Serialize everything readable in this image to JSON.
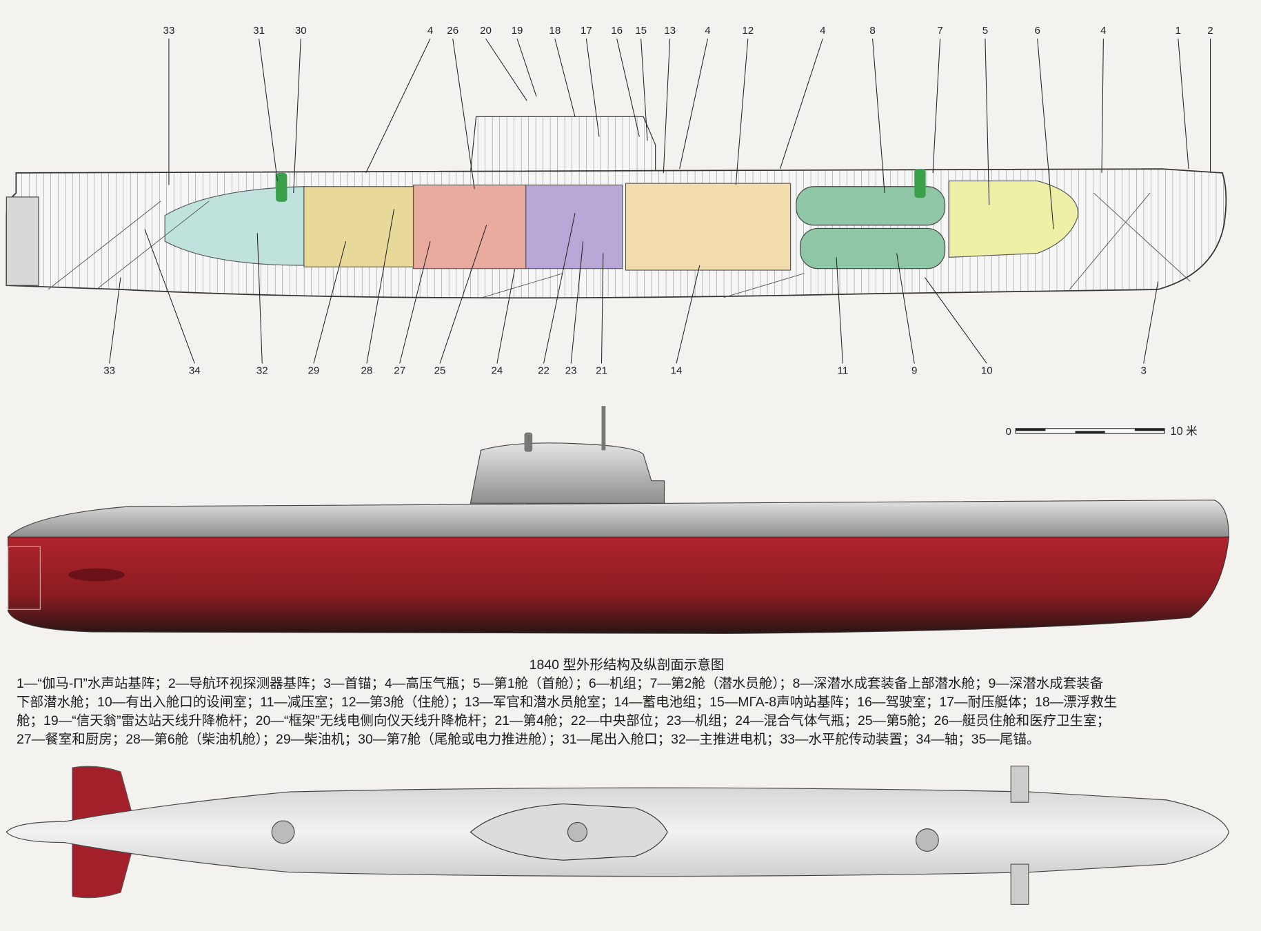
{
  "diagram": {
    "title": "1840 型外形结构及纵剖面示意图",
    "top_callouts": [
      "33",
      "31",
      "30",
      "4",
      "26",
      "20",
      "19",
      "18",
      "17",
      "16",
      "15",
      "13",
      "4",
      "12",
      "4",
      "8",
      "7",
      "5",
      "6",
      "4",
      "1",
      "2"
    ],
    "bottom_callouts": [
      "33",
      "34",
      "32",
      "29",
      "28",
      "27",
      "25",
      "24",
      "22",
      "23",
      "21",
      "14",
      "11",
      "9",
      "10",
      "3"
    ],
    "scale_bar": {
      "start": "0",
      "end": "10 米"
    },
    "legend_lines": [
      "1—“伽马-П”水声站基阵；2—导航环视探测器基阵；3—首锚；4—高压气瓶；5—第1舱（首舱）；6—机组；7—第2舱（潜水员舱）；8—深潜水成套装备上部潜水舱；9—深潜水成套装备",
      "下部潜水舱；10—有出入舱口的设闸室；11—减压室；12—第3舱（住舱）；13—军官和潜水员舱室；14—蓄电池组；15—МГА-8声呐站基阵；16—驾驶室；17—耐压艇体；18—漂浮救生",
      "舱；19—“信天翁”雷达站天线升降桅杆；20—“框架”无线电侧向仪天线升降桅杆；21—第4舱；22—中央部位；23—机组；24—混合气体气瓶；25—第5舱；26—艇员住舱和医疗卫生室；",
      "27—餐室和厨房；28—第6舱（柴油机舱）；29—柴油机；30—第7舱（尾舱或电力推进舱）；31—尾出入舱口；32—主推进电机；33—水平舵传动装置；34—轴；35—尾锚。"
    ],
    "colors": {
      "hull_red": "#a3202a",
      "hull_grey": "#b9b9b9",
      "stern_cyan": "#bfe3dc",
      "diesel_yellow": "#e8d89a",
      "comp5_pink": "#e9aaa0",
      "comp4_violet": "#b9a7d8",
      "comp3_peach": "#f2dcae",
      "diving_green": "#8fc7a6",
      "bow_yellow": "#eef0a8"
    }
  }
}
